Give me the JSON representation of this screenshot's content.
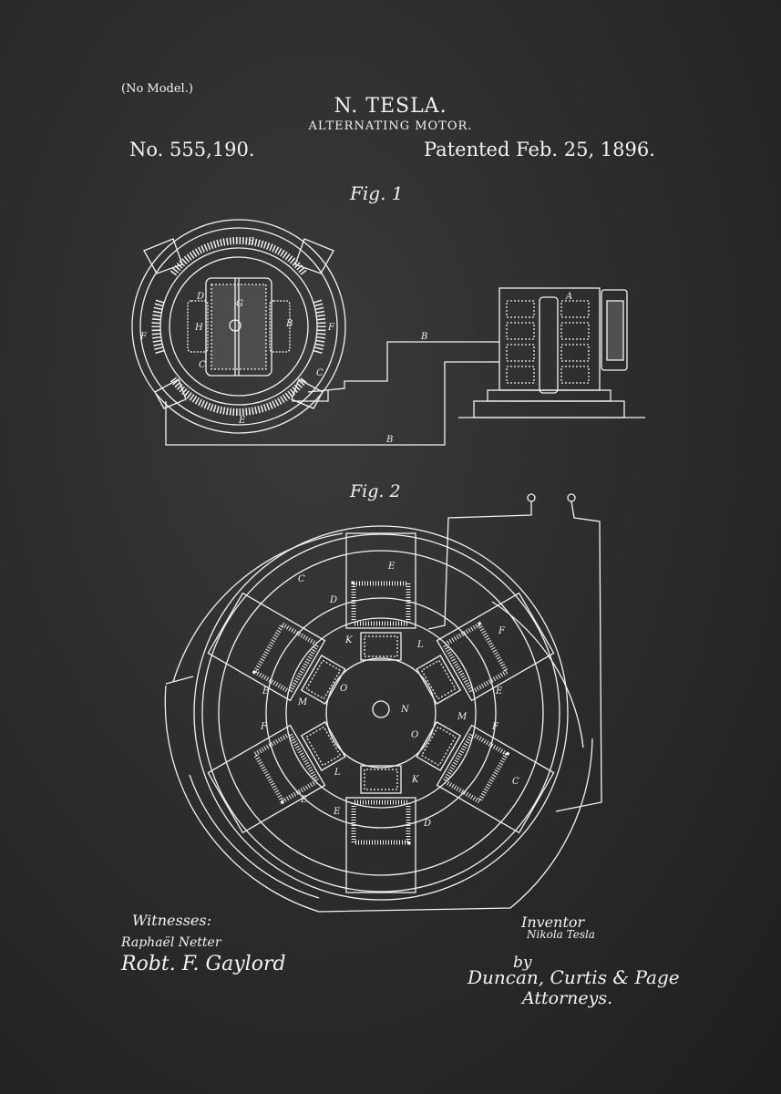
{
  "header": {
    "no_model": "(No Model.)",
    "inventor": "N. TESLA.",
    "title": "ALTERNATING MOTOR.",
    "patent_number": "No. 555,190.",
    "patent_date": "Patented Feb. 25, 1896."
  },
  "figures": {
    "fig1_label": "Fig. 1",
    "fig2_label": "Fig. 2",
    "fig1_letters": [
      "E",
      "G",
      "D",
      "H",
      "B",
      "F",
      "F",
      "C",
      "C",
      "E",
      "B",
      "B",
      "A"
    ],
    "fig2_letters": [
      "C",
      "E",
      "D",
      "F",
      "K",
      "L",
      "E",
      "M",
      "O",
      "N",
      "E",
      "F",
      "M",
      "O",
      "E",
      "F",
      "L",
      "K",
      "E",
      "D",
      "C"
    ]
  },
  "signatures": {
    "witnesses_label": "Witnesses:",
    "witness1": "Raphaël Netter",
    "witness2": "Robt. F. Gaylord",
    "inventor_label": "Inventor",
    "inventor_name": "Nikola Tesla",
    "by": "by",
    "attorneys_names": "Duncan, Curtis & Page",
    "attorneys_label": "Attorneys."
  },
  "colors": {
    "background": "#2a2a2a",
    "ink": "#f2f2f2"
  }
}
